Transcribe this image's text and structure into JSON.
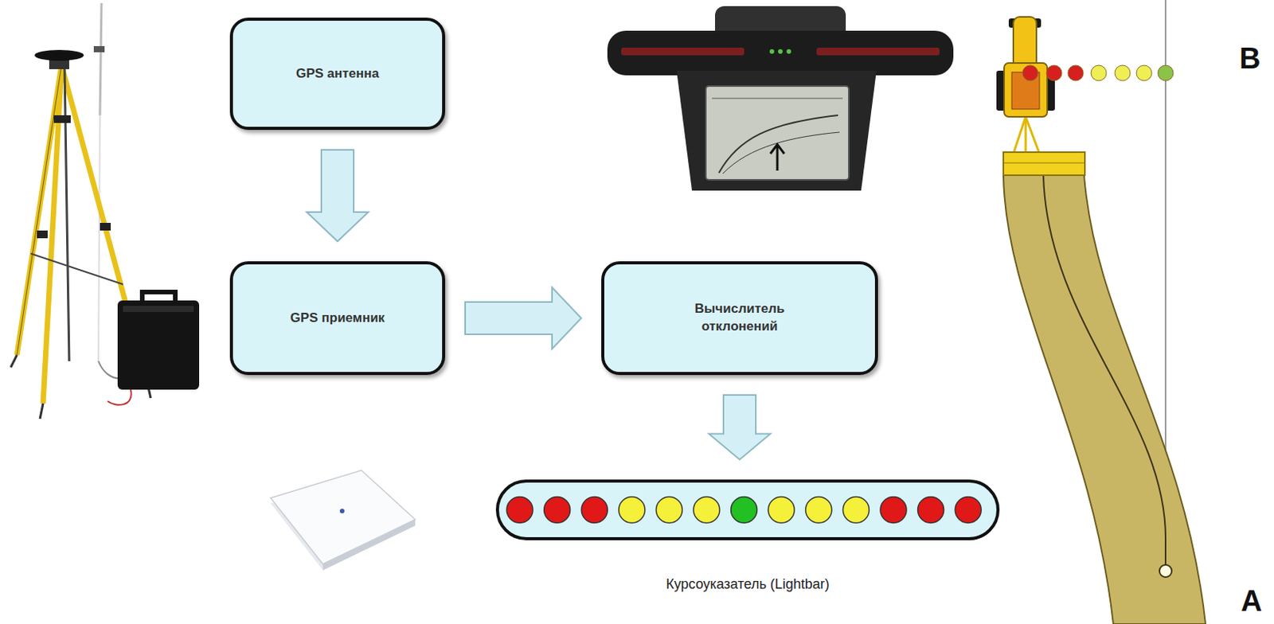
{
  "diagram": {
    "nodes": [
      {
        "text": [
          "GPS антенна"
        ]
      },
      {
        "text": [
          "GPS приемник"
        ]
      },
      {
        "text": [
          "Вычислитель отклонений"
        ]
      },
      {
        "text": [
          "Курсоуказатель (Lightbar)"
        ]
      }
    ],
    "edges": [
      {
        "from": 0,
        "to": 1,
        "arrow": "to"
      },
      {
        "from": 1,
        "to": 2,
        "arrow": "to"
      },
      {
        "from": 2,
        "to": 3,
        "arrow": "to"
      }
    ],
    "labels": [
      "B",
      "A"
    ]
  }
}
